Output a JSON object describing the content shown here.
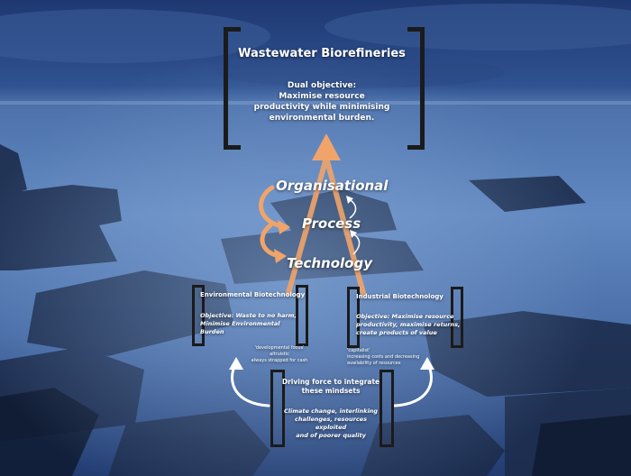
{
  "title": "Wastewater Biorefineries",
  "objective": {
    "line1": "Dual objective:",
    "line2": "Maximise resource",
    "line3": "productivity while minimising",
    "line4": "environmental burden."
  },
  "levels": {
    "organisational": "Organisational",
    "process": "Process",
    "technology": "Technology"
  },
  "environmental": {
    "title": "Environmental Biotechnology",
    "objective_line1": "Objective: Waste to no harm,",
    "objective_line2": "Minimise Environmental",
    "objective_line3": "Burden",
    "note_line1": "'developmental focus'",
    "note_line2": "altruistic",
    "note_line3": "always strapped for cash"
  },
  "industrial": {
    "title": "Industrial Biotechnology",
    "objective_line1": "Objective: Maximise resource",
    "objective_line2": "productivity, maximise returns,",
    "objective_line3": "create products of value",
    "note_line1": "'capitalist'",
    "note_line2": "increasing costs and decreasing",
    "note_line3": "availability of resources"
  },
  "driving": {
    "title_line1": "Driving force to integrate",
    "title_line2": "these mindsets",
    "body_line1": "Climate change, interlinking",
    "body_line2": "challenges, resources exploited",
    "body_line3": "and of poorer quality"
  },
  "colors": {
    "arrow_orange": "#f0a46a",
    "bracket": "#1b1b1b",
    "sky": "#2e4c86",
    "sea": "#5a7fb8"
  }
}
